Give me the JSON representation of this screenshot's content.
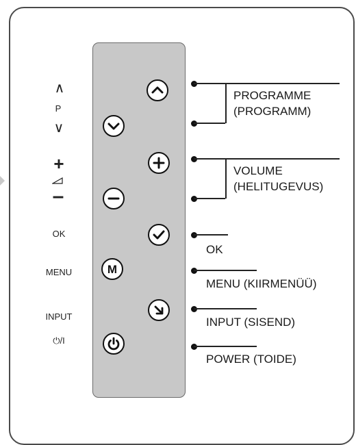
{
  "legend": {
    "programme_up": "∧",
    "programme_letter": "P",
    "programme_down": "∨",
    "volume_plus": "+",
    "volume_minus": "–",
    "ok": "OK",
    "menu": "MENU",
    "input": "INPUT",
    "power": "⏻/I"
  },
  "buttons": [
    {
      "icon": "chevron-up-icon",
      "label": "programme up"
    },
    {
      "icon": "chevron-down-icon",
      "label": "programme down"
    },
    {
      "icon": "plus-icon",
      "label": "volume up"
    },
    {
      "icon": "minus-icon",
      "label": "volume down"
    },
    {
      "icon": "check-icon",
      "label": "ok"
    },
    {
      "icon": "m-letter-icon",
      "label": "menu",
      "letter": "M"
    },
    {
      "icon": "arrow-down-right-icon",
      "label": "input"
    },
    {
      "icon": "power-icon",
      "label": "power"
    }
  ],
  "callouts": {
    "programme_line1": "PROGRAMME",
    "programme_line2": "(PROGRAMM)",
    "volume_line1": "VOLUME",
    "volume_line2": "(HELITUGEVUS)",
    "ok": "OK",
    "menu": "MENU (KIIRMENÜÜ)",
    "input": "INPUT (SISEND)",
    "power": "POWER (TOIDE)"
  },
  "colors": {
    "panel": "#c8c8c8",
    "button_fill": "#ffffff",
    "stroke": "#111111"
  }
}
